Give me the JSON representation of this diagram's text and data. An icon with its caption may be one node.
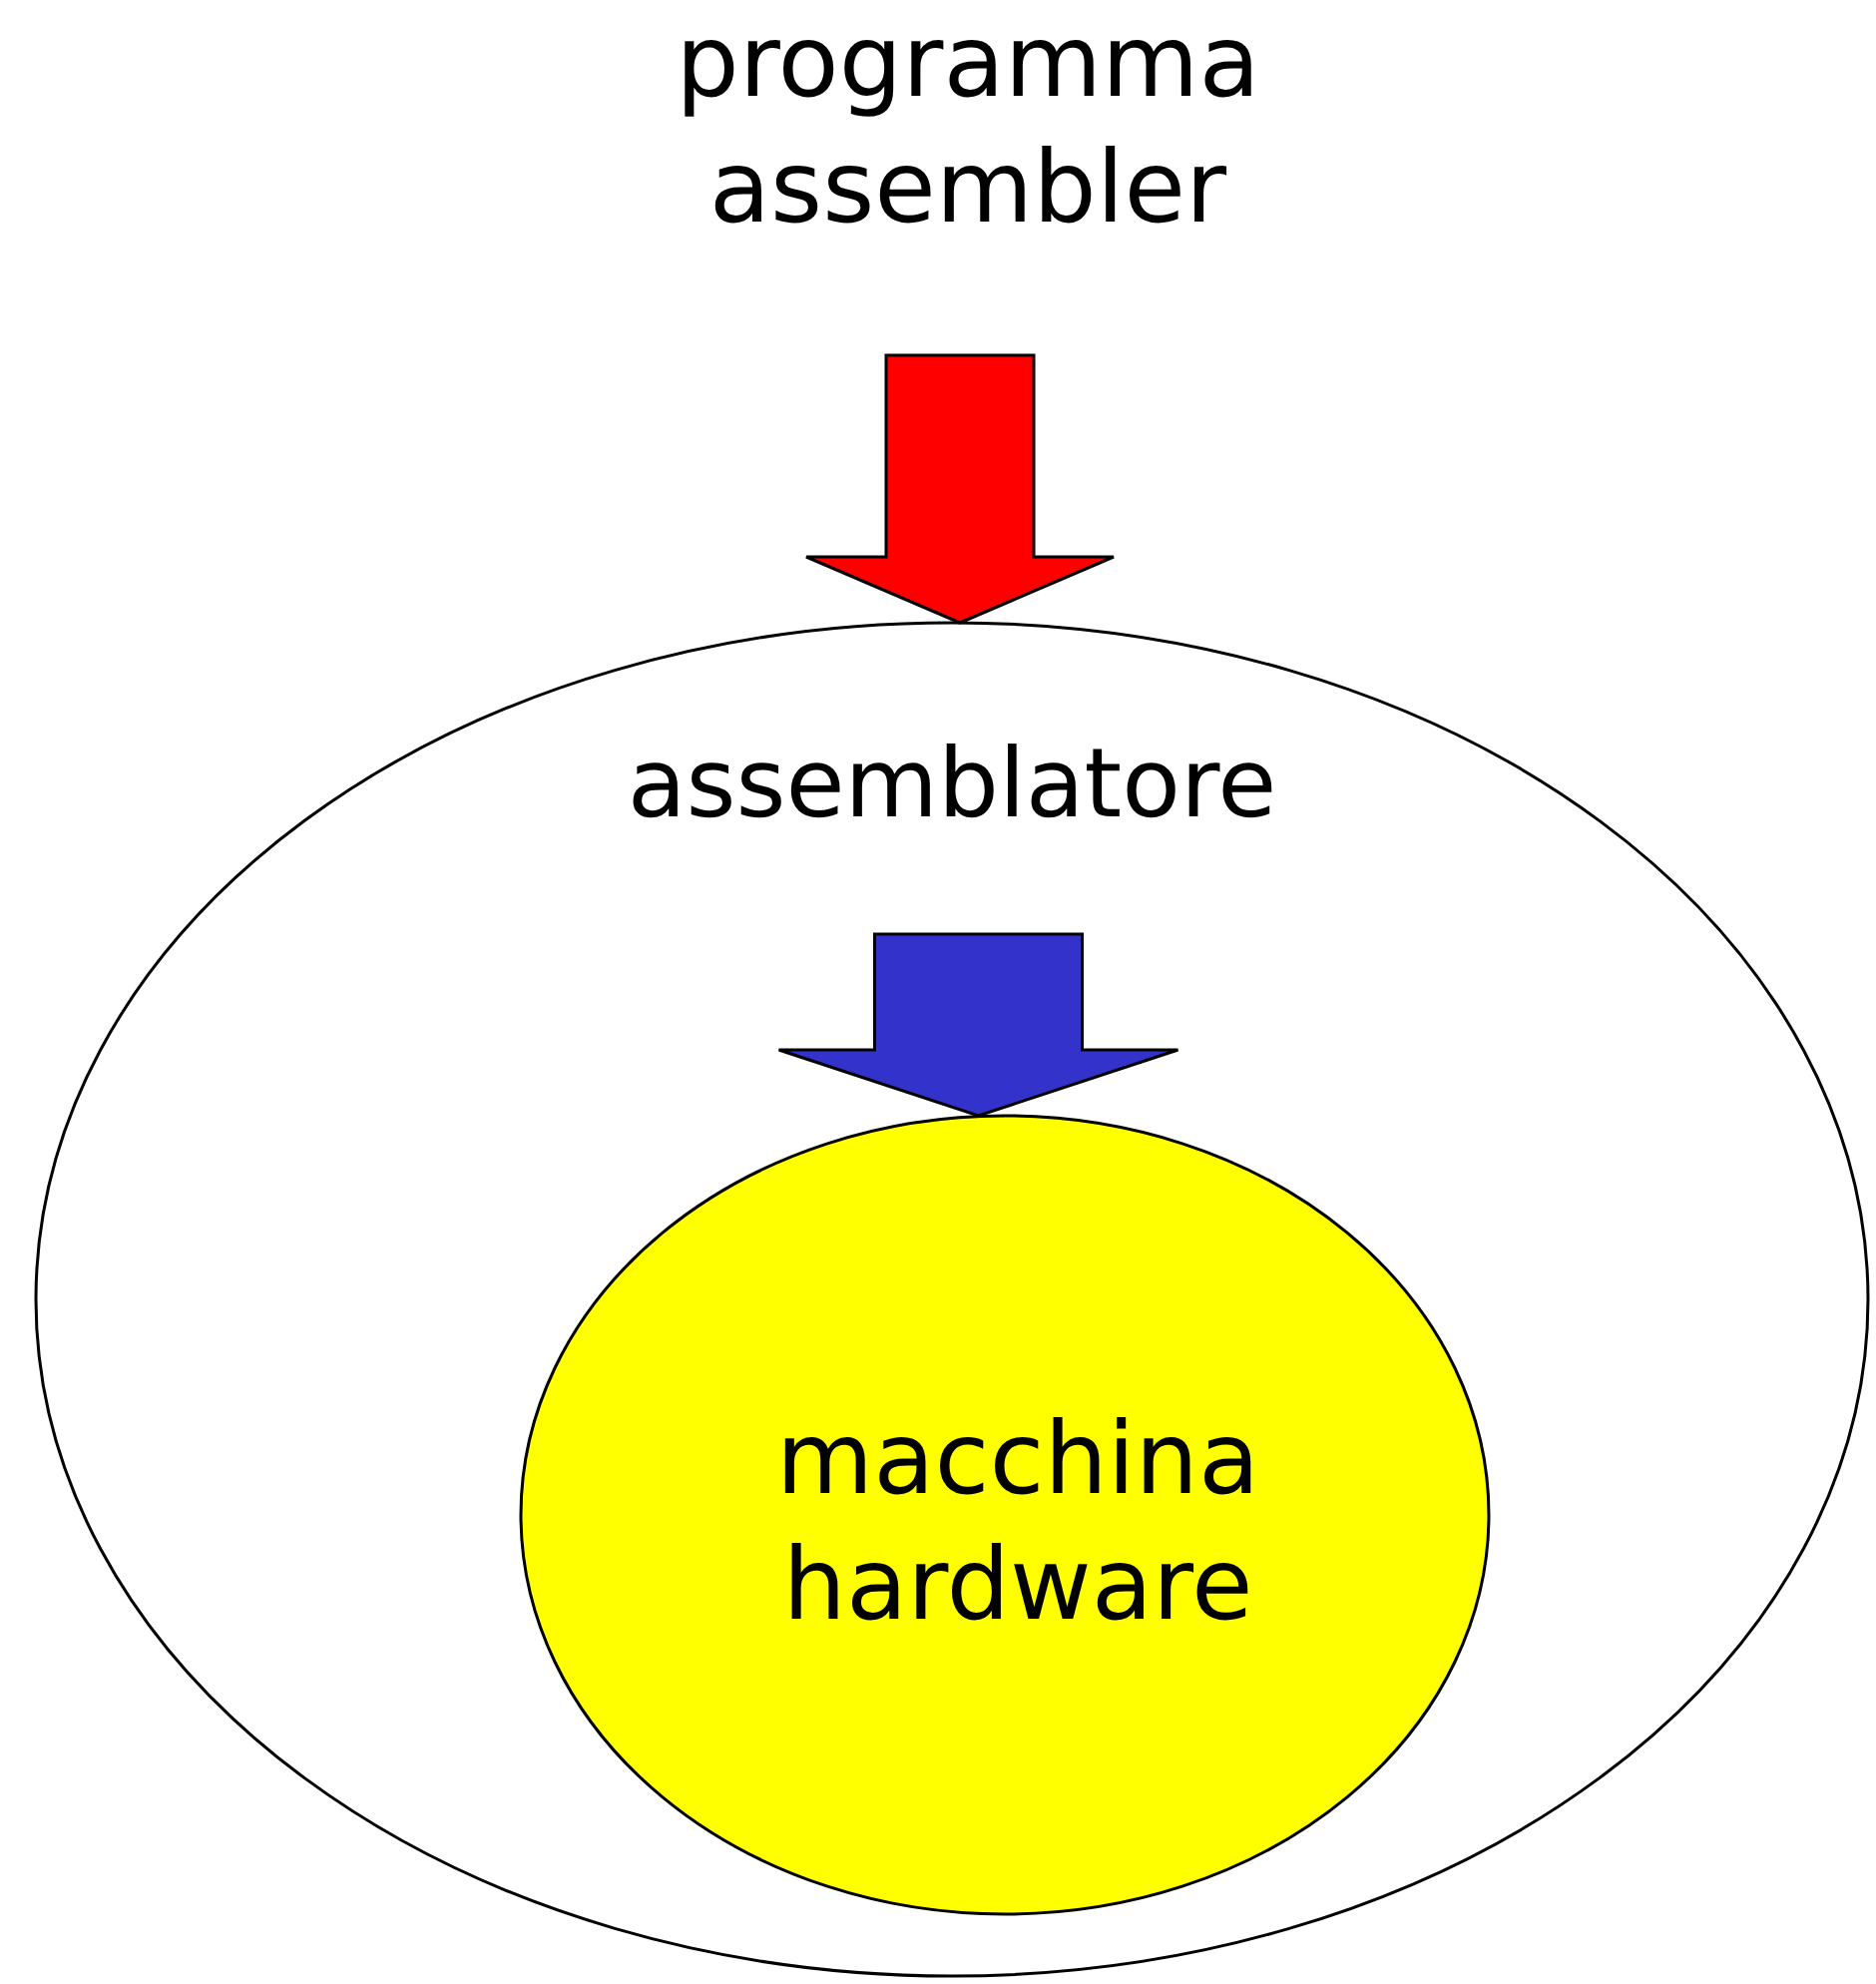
{
  "diagram": {
    "nodes": [
      {
        "text": [
          "programma assembler"
        ]
      },
      {
        "text": [
          "assemblatore"
        ]
      },
      {
        "text": [
          "macchina hardware"
        ],
        "in": 1
      }
    ],
    "edges": [
      {
        "from": 0,
        "to": 1,
        "arrow": "to",
        "style": "thick",
        "color": "#ff0000"
      },
      {
        "from": 1,
        "to": 2,
        "arrow": "to",
        "style": "thick",
        "color": "#3333cc"
      }
    ]
  }
}
